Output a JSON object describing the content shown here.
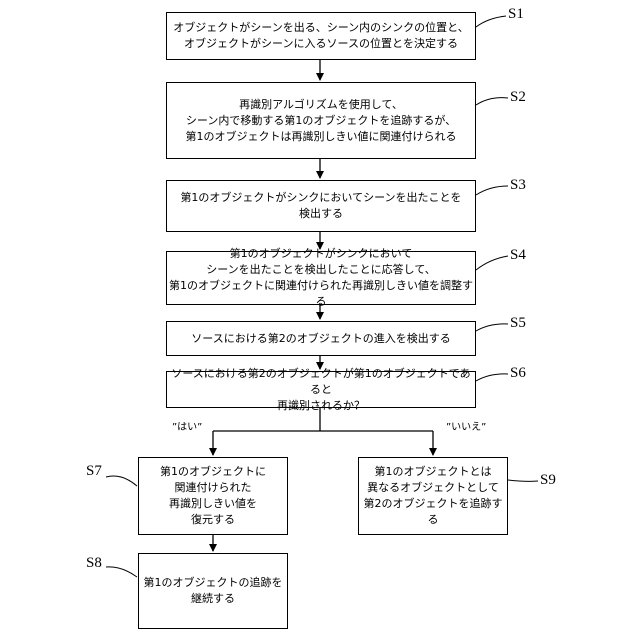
{
  "steps": [
    {
      "id": "S1",
      "text": "オブジェクトがシーンを出る、シーン内のシンクの位置と、\nオブジェクトがシーンに入るソースの位置とを決定する"
    },
    {
      "id": "S2",
      "text": "再識別アルゴリズムを使用して、\nシーン内で移動する第1のオブジェクトを追跡するが、\n第1のオブジェクトは再識別しきい値に関連付けられる"
    },
    {
      "id": "S3",
      "text": "第1のオブジェクトがシンクにおいてシーンを出たことを\n検出する"
    },
    {
      "id": "S4",
      "text": "第1のオブジェクトがシンクにおいて\nシーンを出たことを検出したことに応答して、\n第1のオブジェクトに関連付けられた再識別しきい値を調整する"
    },
    {
      "id": "S5",
      "text": "ソースにおける第2のオブジェクトの進入を検出する"
    },
    {
      "id": "S6",
      "text": "ソースにおける第2のオブジェクトが第1のオブジェクトであると\n再識別されるか？"
    },
    {
      "id": "S7",
      "text": "第1のオブジェクトに\n関連付けられた\n再識別しきい値を\n復元する"
    },
    {
      "id": "S8",
      "text": "第1のオブジェクトの追跡を\n継続する"
    },
    {
      "id": "S9",
      "text": "第1のオブジェクトとは\n異なるオブジェクトとして\n第2のオブジェクトを追跡する"
    }
  ],
  "branches": {
    "yes": "”はい”",
    "no": "”いいえ”"
  }
}
